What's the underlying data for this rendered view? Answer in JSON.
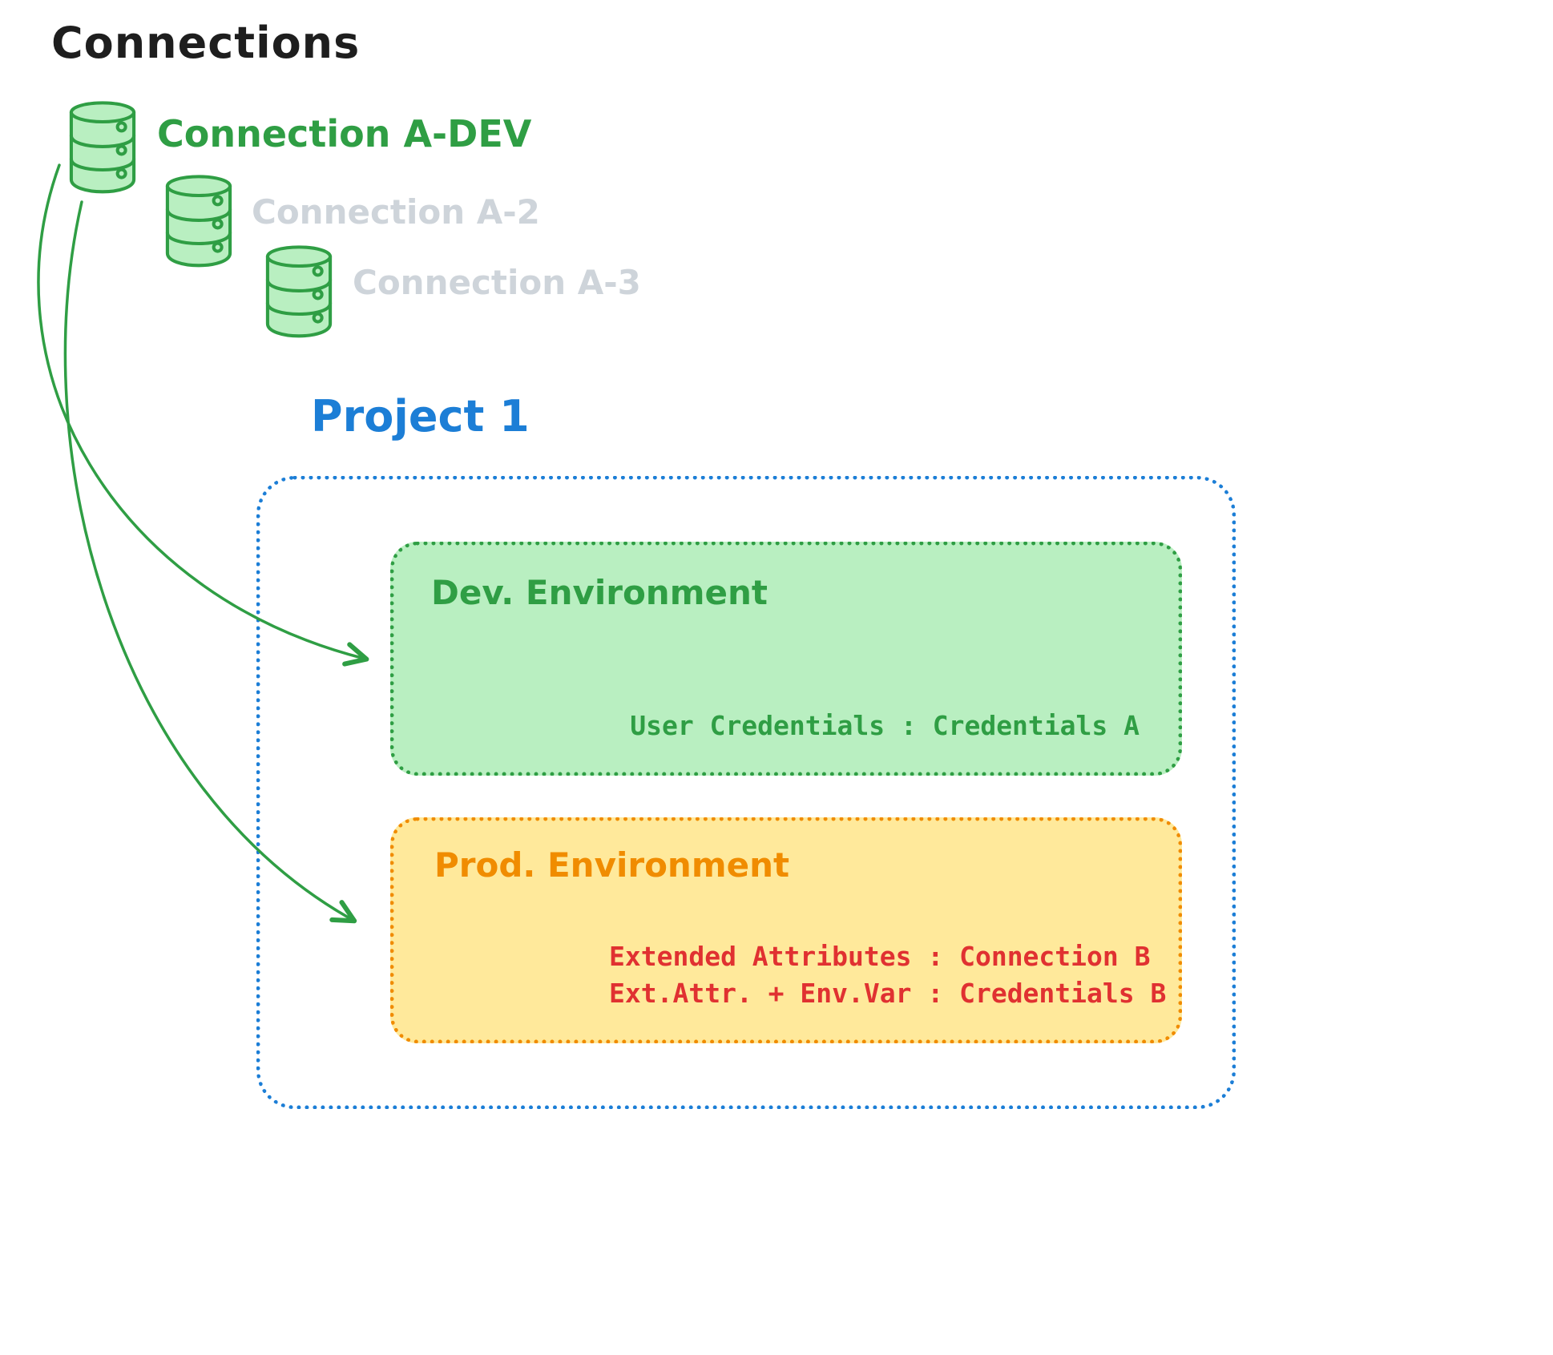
{
  "canvas": {
    "title": "Connections"
  },
  "connections": [
    {
      "label": "Connection A-DEV",
      "icon": "database-icon",
      "state": "highlighted"
    },
    {
      "label": "Connection A-2",
      "icon": "database-icon",
      "state": "dimmed"
    },
    {
      "label": "Connection A-3",
      "icon": "database-icon",
      "state": "dimmed"
    }
  ],
  "project": {
    "title": "Project 1",
    "environments": [
      {
        "name": "Dev. Environment",
        "details": [
          "User Credentials : Credentials A"
        ]
      },
      {
        "name": "Prod. Environment",
        "details": [
          "Extended Attributes : Connection B",
          "Ext.Attr. + Env.Var : Credentials B"
        ]
      }
    ]
  },
  "colors": {
    "green": "#2f9e44",
    "green_fill": "#b9efc1",
    "blue": "#1c7ed6",
    "orange": "#f08c00",
    "yellow_fill": "#ffe99b",
    "red": "#e03131",
    "dimmed_gray": "#ced4da",
    "ink": "#1e1e1e"
  }
}
